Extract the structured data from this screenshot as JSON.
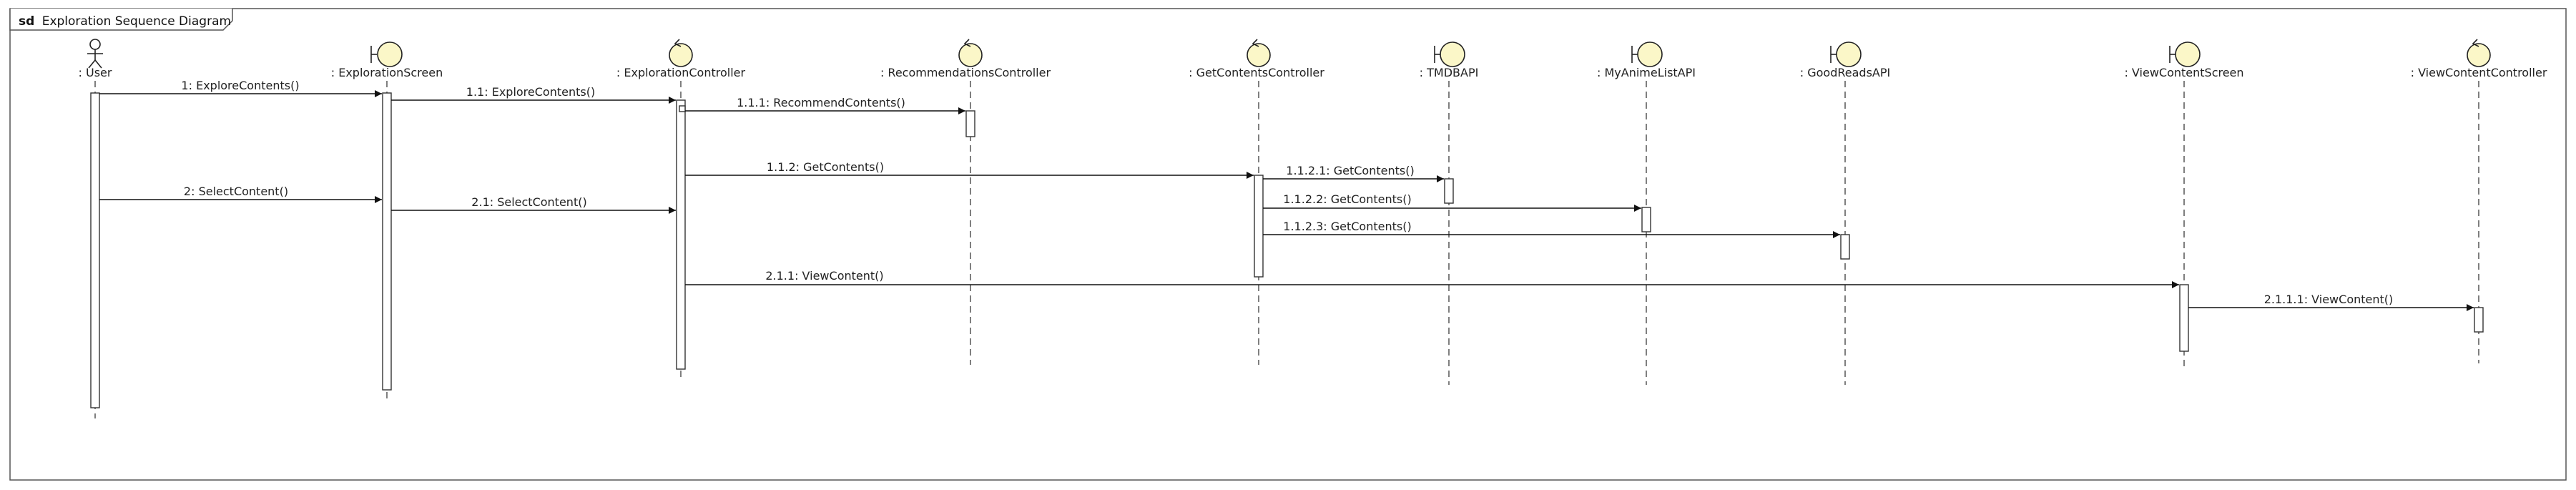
{
  "frame": {
    "keyword": "sd",
    "title": "Exploration Sequence Diagram"
  },
  "colors": {
    "icon_fill": "#fbf7c8",
    "stroke": "#2a2a2a",
    "background": "#ffffff"
  },
  "participants": [
    {
      "id": "user",
      "kind": "actor",
      "label": ": User"
    },
    {
      "id": "escreen",
      "kind": "boundary",
      "label": ": ExplorationScreen"
    },
    {
      "id": "ectrl",
      "kind": "control",
      "label": ": ExplorationController"
    },
    {
      "id": "rctrl",
      "kind": "control",
      "label": ": RecommendationsController"
    },
    {
      "id": "gctrl",
      "kind": "control",
      "label": ": GetContentsController"
    },
    {
      "id": "tmdb",
      "kind": "boundary",
      "label": ": TMDBAPI"
    },
    {
      "id": "mal",
      "kind": "boundary",
      "label": ": MyAnimeListAPI"
    },
    {
      "id": "gr",
      "kind": "boundary",
      "label": ": GoodReadsAPI"
    },
    {
      "id": "vscreen",
      "kind": "boundary",
      "label": ": ViewContentScreen"
    },
    {
      "id": "vctrl",
      "kind": "control",
      "label": ": ViewContentController"
    }
  ],
  "messages": [
    {
      "id": "m1",
      "from": "user",
      "to": "escreen",
      "label": "1: ExploreContents()"
    },
    {
      "id": "m11",
      "from": "escreen",
      "to": "ectrl",
      "label": "1.1: ExploreContents()"
    },
    {
      "id": "m111",
      "from": "ectrl",
      "to": "rctrl",
      "label": "1.1.1: RecommendContents()"
    },
    {
      "id": "m112",
      "from": "ectrl",
      "to": "gctrl",
      "label": "1.1.2: GetContents()"
    },
    {
      "id": "m1121",
      "from": "gctrl",
      "to": "tmdb",
      "label": "1.1.2.1: GetContents()"
    },
    {
      "id": "m2",
      "from": "user",
      "to": "escreen",
      "label": "2: SelectContent()"
    },
    {
      "id": "m1122",
      "from": "gctrl",
      "to": "mal",
      "label": "1.1.2.2: GetContents()"
    },
    {
      "id": "m21",
      "from": "escreen",
      "to": "ectrl",
      "label": "2.1: SelectContent()"
    },
    {
      "id": "m1123",
      "from": "gctrl",
      "to": "gr",
      "label": "1.1.2.3: GetContents()"
    },
    {
      "id": "m211",
      "from": "ectrl",
      "to": "vscreen",
      "label": "2.1.1: ViewContent()"
    },
    {
      "id": "m2111",
      "from": "vscreen",
      "to": "vctrl",
      "label": "2.1.1.1: ViewContent()"
    }
  ]
}
